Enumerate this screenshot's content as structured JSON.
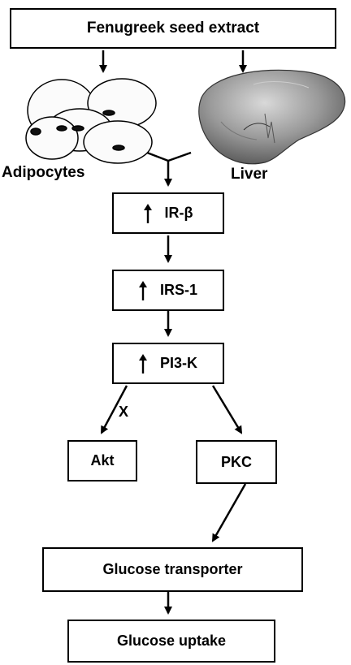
{
  "top": {
    "label": "Fenugreek seed extract"
  },
  "tissues": [
    {
      "label": "Adipocytes"
    },
    {
      "label": "Liver"
    }
  ],
  "pathway": [
    {
      "label": "IR-β",
      "change": "up"
    },
    {
      "label": "IRS-1",
      "change": "up"
    },
    {
      "label": "PI3-K",
      "change": "up"
    }
  ],
  "branches": [
    {
      "label": "Akt",
      "blocked_mark": "X"
    },
    {
      "label": "PKC"
    }
  ],
  "downstream": [
    {
      "label": "Glucose transporter"
    },
    {
      "label": "Glucose uptake"
    }
  ]
}
